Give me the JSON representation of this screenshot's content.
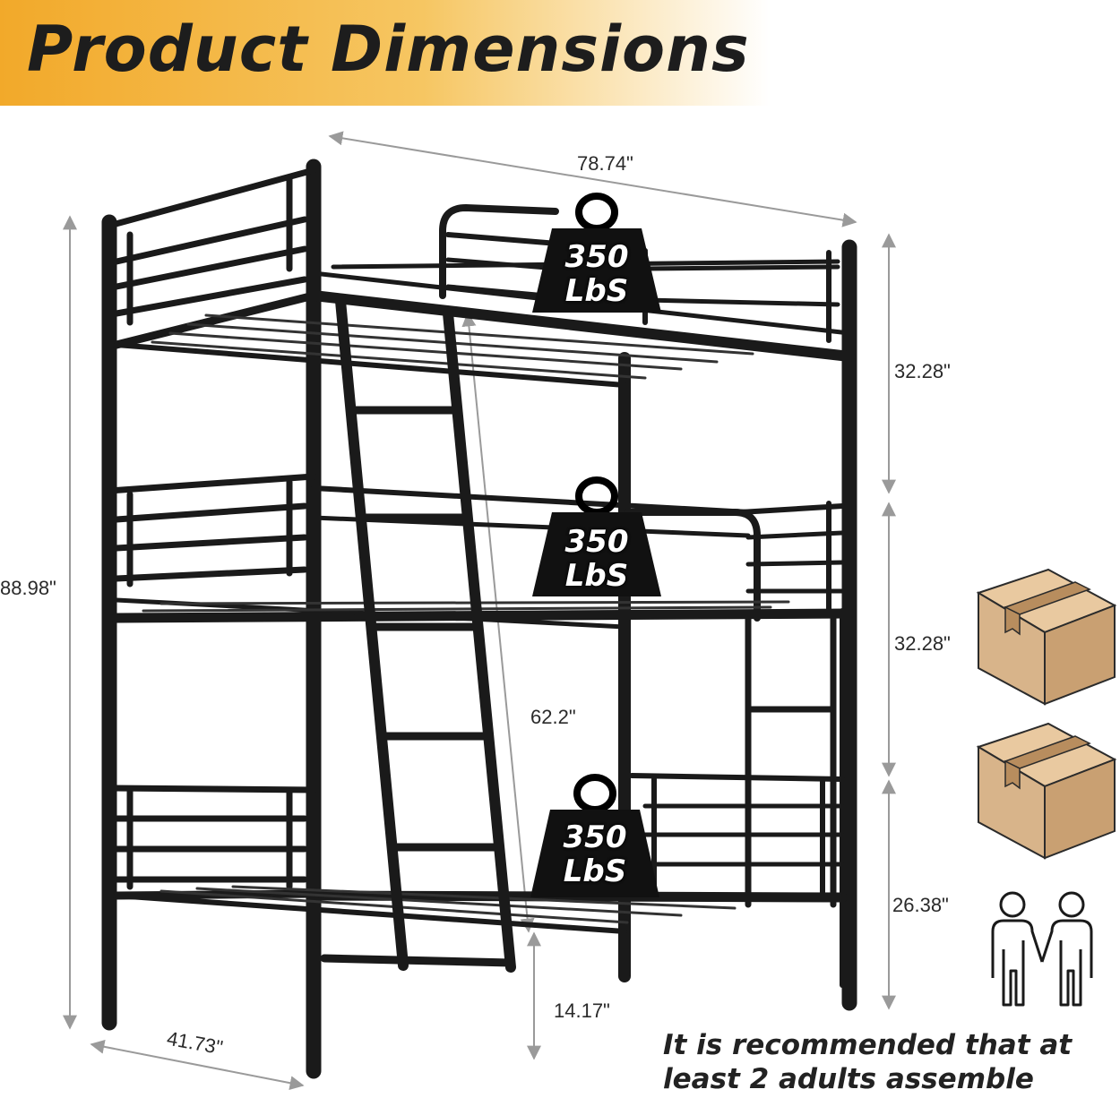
{
  "title": "Product Dimensions",
  "dimensions": {
    "length": "78.74\"",
    "total_height": "88.98\"",
    "width": "41.73\"",
    "ladder_length": "62.2\"",
    "top_tier": "32.28\"",
    "middle_tier": "32.28\"",
    "bottom_tier": "26.38\"",
    "under_bed_clearance": "14.17\""
  },
  "weights": [
    {
      "value": "350",
      "unit": "LbS"
    },
    {
      "value": "350",
      "unit": "LbS"
    },
    {
      "value": "350",
      "unit": "LbS"
    }
  ],
  "note": {
    "line1": "It is recommended that at",
    "line2": "least 2 adults assemble"
  },
  "colors": {
    "frame": "#1a1a1a",
    "banner": "#f2a92a",
    "box": "#d8b48a",
    "dimension_line": "#9a9a9a"
  },
  "icons": [
    "weight-icon",
    "package-box-icon",
    "two-adults-icon"
  ]
}
